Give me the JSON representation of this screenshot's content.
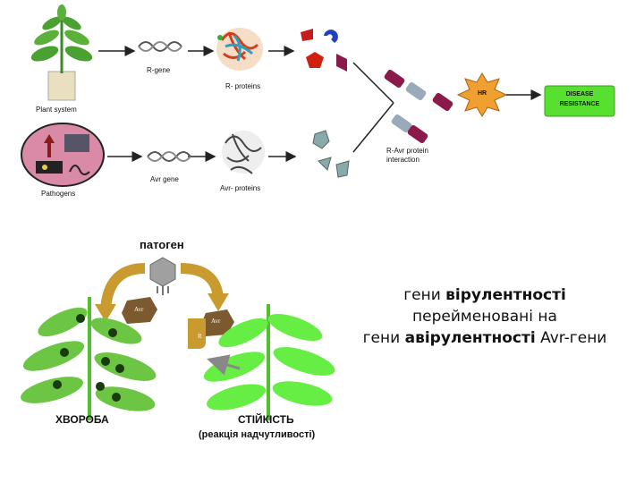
{
  "top": {
    "plant_system": "Plant system",
    "r_gene": "R-gene",
    "r_proteins": "R- proteins",
    "pathogens": "Pathogens",
    "avr_gene": "Avr gene",
    "avr_proteins": "Avr- proteins",
    "interaction_line1": "R-Avr protein",
    "interaction_line2": "interaction",
    "hr": "HR",
    "disease_line1": "DISEASE",
    "disease_line2": "RESISTANCE"
  },
  "bottom": {
    "pathogen_label": "патоген",
    "avr_left": "Avr",
    "avr_right": "Avr",
    "r_label": "R",
    "disease_label": "ХВОРОБА",
    "resistance_label": "СТІЙКІСТЬ",
    "hypersensitivity": "(реакція надчутливості)"
  },
  "caption": {
    "line1_a": "гени ",
    "line1_b": "вірулентності",
    "line2": "перейменовані на",
    "line3_a": "гени ",
    "line3_b": "авірулентності",
    "line3_c": " Avr-гени"
  },
  "colors": {
    "leaf_green": "#6cc644",
    "bright_green": "#66ee44",
    "arrow_gold": "#c99a2e",
    "avr_brown": "#7a5a2e",
    "maroon": "#8b1a4a",
    "hr_orange": "#f0a030",
    "resistance_green": "#58e030",
    "pathogen_circle": "#d98aa6"
  }
}
